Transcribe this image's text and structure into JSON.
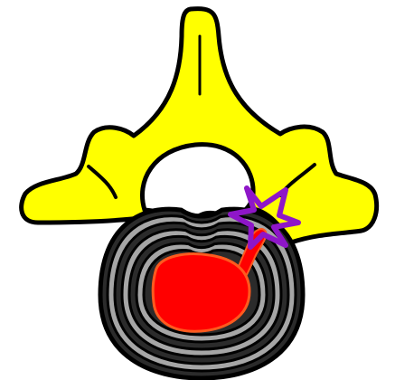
{
  "figure": {
    "subject": "vertebra-with-herniated-disc",
    "colors": {
      "bone": "#ffff00",
      "outline": "#000000",
      "annulus_dark": "#2b2b2b",
      "annulus_light": "#a6a6a6",
      "nucleus": "#ff0000",
      "nucleus_edge": "#ff5a1e",
      "nerve_irritation": "#8e16c8",
      "canal": "#ffffff"
    },
    "parts": [
      "vertebral-arch",
      "spinous-process",
      "transverse-process-left",
      "transverse-process-right",
      "spinal-canal",
      "annulus-fibrosus",
      "nucleus-pulposus",
      "herniation-tract",
      "nerve-irritation-star"
    ]
  }
}
